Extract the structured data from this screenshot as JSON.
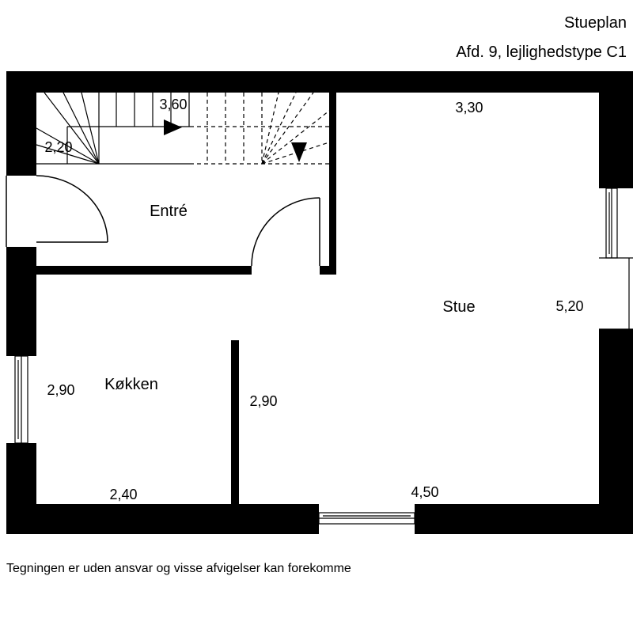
{
  "header": {
    "title": "Stueplan",
    "subtitle": "Afd. 9, lejlighedstype C1"
  },
  "rooms": {
    "entre": "Entré",
    "stue": "Stue",
    "kokken": "Køkken"
  },
  "dimensions": {
    "stair_length": "3,60",
    "stair_width": "2,20",
    "stue_width": "3,30",
    "stue_depth": "5,20",
    "kitchen_depth_left": "2,90",
    "kitchen_depth_right": "2,90",
    "kitchen_width": "2,40",
    "stue_bottom_width": "4,50"
  },
  "footer": {
    "disclaimer": "Tegningen er uden ansvar og visse afvigelser kan forekomme"
  },
  "colors": {
    "wall": "#000000",
    "background": "#ffffff"
  }
}
